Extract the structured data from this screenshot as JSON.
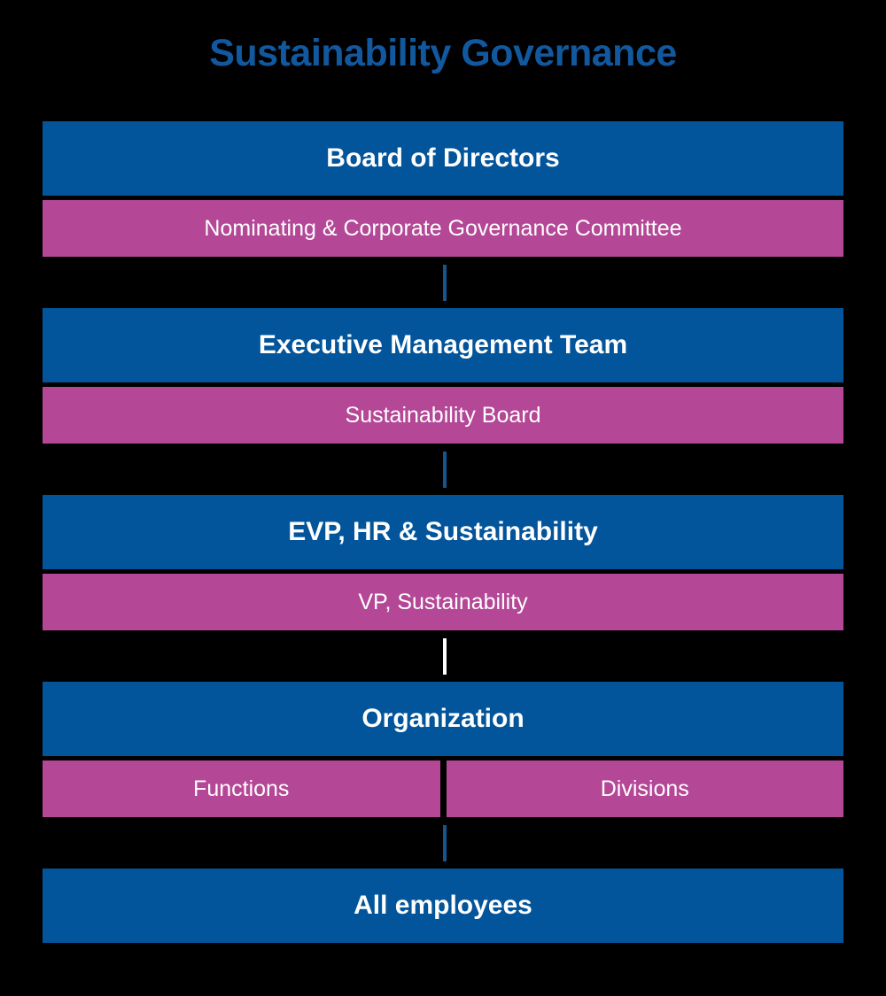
{
  "title": "Sustainability Governance",
  "colors": {
    "background": "#000000",
    "title_text": "#12589E",
    "bar_blue": "#02549B",
    "bar_magenta": "#B44796",
    "bar_text": "#FFFFFF",
    "connector_blue": "#14578F",
    "connector_white": "#FFFFFF"
  },
  "diagram": {
    "levels": [
      {
        "id": "board",
        "primary": "Board of Directors",
        "secondary": [
          "Nominating & Corporate Governance Committee"
        ]
      },
      {
        "id": "executive",
        "primary": "Executive Management Team",
        "secondary": [
          "Sustainability Board"
        ]
      },
      {
        "id": "evp",
        "primary": "EVP, HR & Sustainability",
        "secondary": [
          "VP, Sustainability"
        ]
      },
      {
        "id": "organization",
        "primary": "Organization",
        "secondary": [
          "Functions",
          "Divisions"
        ]
      },
      {
        "id": "employees",
        "primary": "All employees",
        "secondary": []
      }
    ],
    "connectors": [
      "blue",
      "blue",
      "white",
      "blue"
    ]
  }
}
